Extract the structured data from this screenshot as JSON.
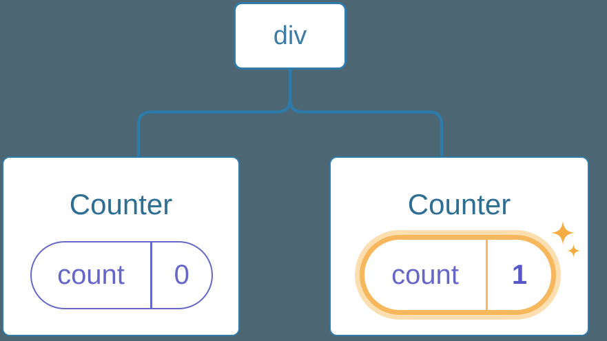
{
  "diagram": {
    "root": {
      "label": "div"
    },
    "children": [
      {
        "title": "Counter",
        "state": {
          "key": "count",
          "value": "0"
        },
        "highlighted": false
      },
      {
        "title": "Counter",
        "state": {
          "key": "count",
          "value": "1"
        },
        "highlighted": true
      }
    ]
  },
  "icons": {
    "sparkles": "sparkle-stars"
  },
  "colors": {
    "bg": "#4C6773",
    "line": "#2E7AA9",
    "card-bg": "#FFFFFF",
    "node-label": "#3C7CA5",
    "title": "#2E6E93",
    "purple": "#6666C9",
    "purple-bold": "#5857C8",
    "orange": "#F6B75D",
    "orange-glow": "#FBDFB1",
    "sparkle": "#F5AC42"
  }
}
